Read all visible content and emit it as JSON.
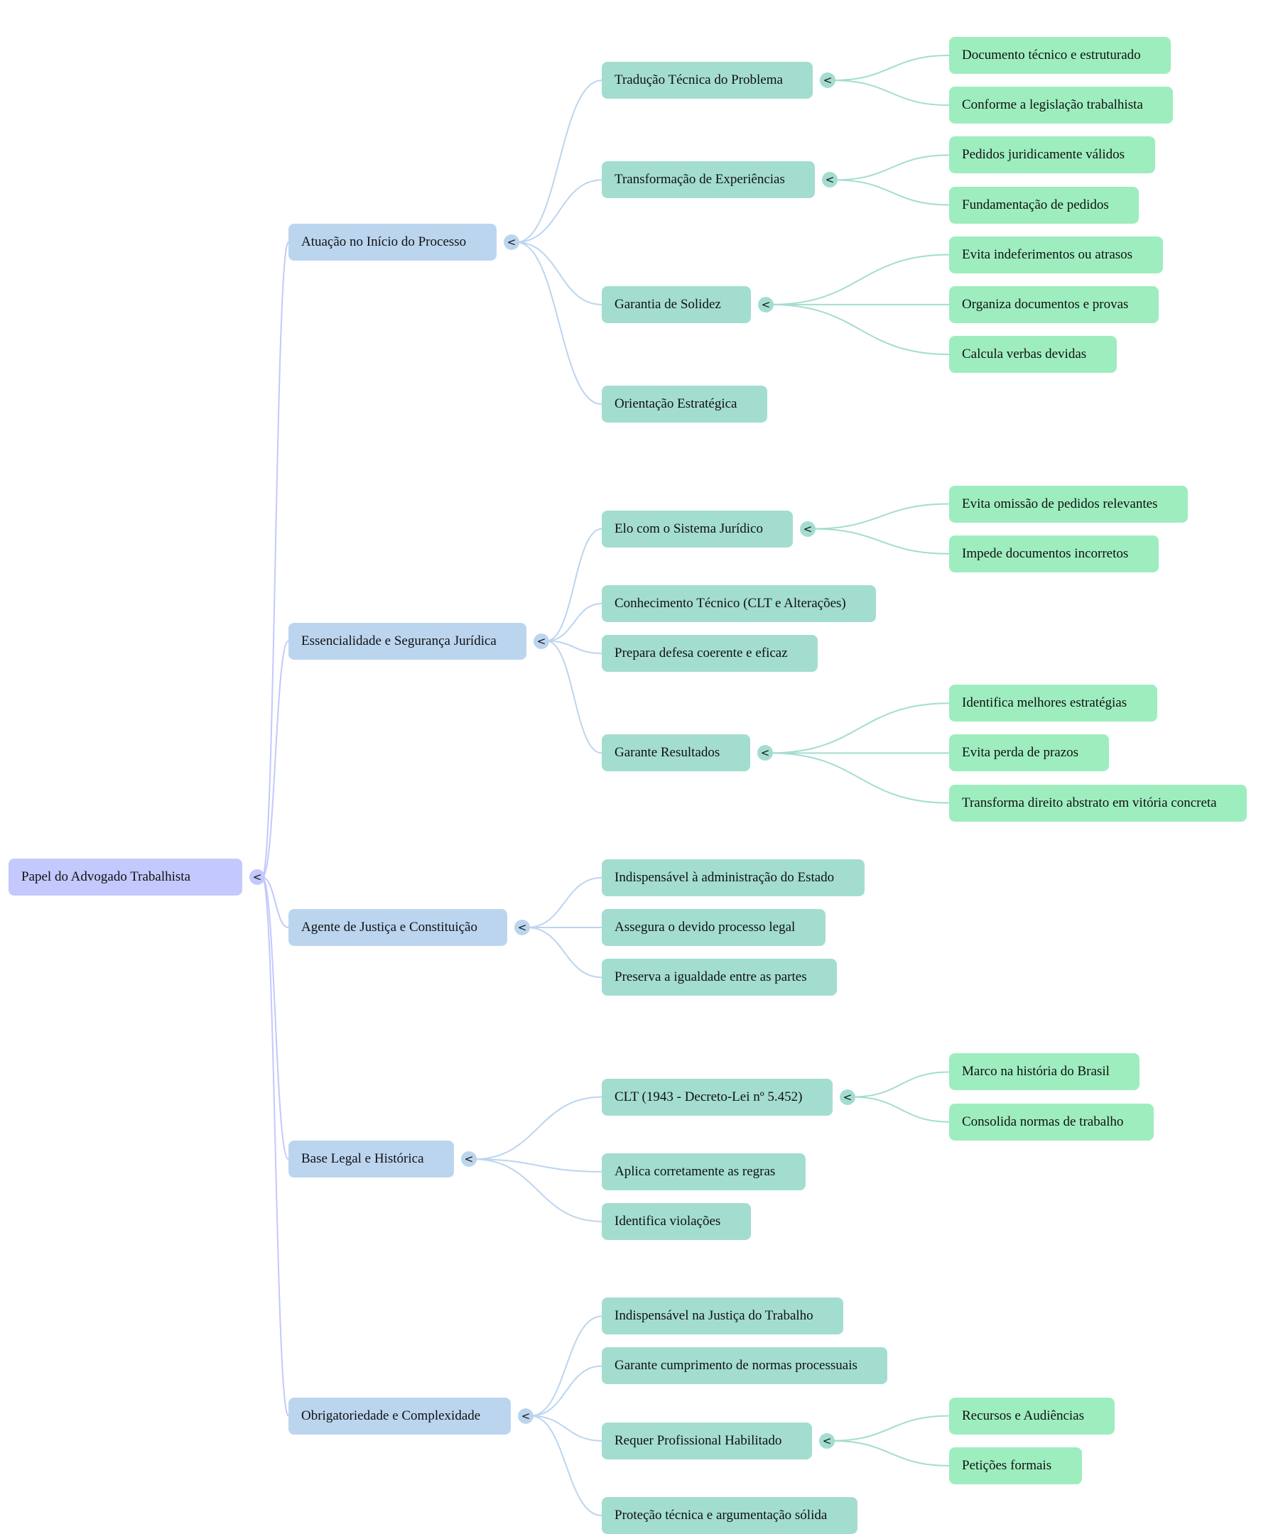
{
  "colors": {
    "root": "#c3c8fd",
    "level1": "#bcd5ef",
    "level2": "#a3ddd0",
    "level3": "#9eedbf",
    "edge_root": "#c3c8fd",
    "edge_level1": "#bcd5ef",
    "edge_level2": "#a3ddd0"
  },
  "toggle_glyph": "<",
  "mindmap": {
    "label": "Papel do Advogado Trabalhista",
    "children": [
      {
        "label": "Atuação no Início do Processo",
        "children": [
          {
            "label": "Tradução Técnica do Problema",
            "children": [
              {
                "label": "Documento técnico e estruturado"
              },
              {
                "label": "Conforme a legislação trabalhista"
              }
            ]
          },
          {
            "label": "Transformação de Experiências",
            "children": [
              {
                "label": "Pedidos juridicamente válidos"
              },
              {
                "label": "Fundamentação de pedidos"
              }
            ]
          },
          {
            "label": "Garantia de Solidez",
            "children": [
              {
                "label": "Evita indeferimentos ou atrasos"
              },
              {
                "label": "Organiza documentos e provas"
              },
              {
                "label": "Calcula verbas devidas"
              }
            ]
          },
          {
            "label": "Orientação Estratégica"
          }
        ]
      },
      {
        "label": "Essencialidade e Segurança Jurídica",
        "children": [
          {
            "label": "Elo com o Sistema Jurídico",
            "children": [
              {
                "label": "Evita omissão de pedidos relevantes"
              },
              {
                "label": "Impede documentos incorretos"
              }
            ]
          },
          {
            "label": "Conhecimento Técnico (CLT e Alterações)"
          },
          {
            "label": "Prepara defesa coerente e eficaz"
          },
          {
            "label": "Garante Resultados",
            "children": [
              {
                "label": "Identifica melhores estratégias"
              },
              {
                "label": "Evita perda de prazos"
              },
              {
                "label": "Transforma direito abstrato em vitória concreta"
              }
            ]
          }
        ]
      },
      {
        "label": "Agente de Justiça e Constituição",
        "children": [
          {
            "label": "Indispensável à administração do Estado"
          },
          {
            "label": "Assegura o devido processo legal"
          },
          {
            "label": "Preserva a igualdade entre as partes"
          }
        ]
      },
      {
        "label": "Base Legal e Histórica",
        "children": [
          {
            "label": "CLT (1943 - Decreto-Lei nº 5.452)",
            "children": [
              {
                "label": "Marco na história do Brasil"
              },
              {
                "label": "Consolida normas de trabalho"
              }
            ]
          },
          {
            "label": "Aplica corretamente as regras"
          },
          {
            "label": "Identifica violações"
          }
        ]
      },
      {
        "label": "Obrigatoriedade e Complexidade",
        "children": [
          {
            "label": "Indispensável na Justiça do Trabalho"
          },
          {
            "label": "Garante cumprimento de normas processuais"
          },
          {
            "label": "Requer Profissional Habilitado",
            "children": [
              {
                "label": "Recursos e Audiências"
              },
              {
                "label": "Petições formais"
              }
            ]
          },
          {
            "label": "Proteção técnica e argumentação sólida"
          }
        ]
      }
    ]
  }
}
